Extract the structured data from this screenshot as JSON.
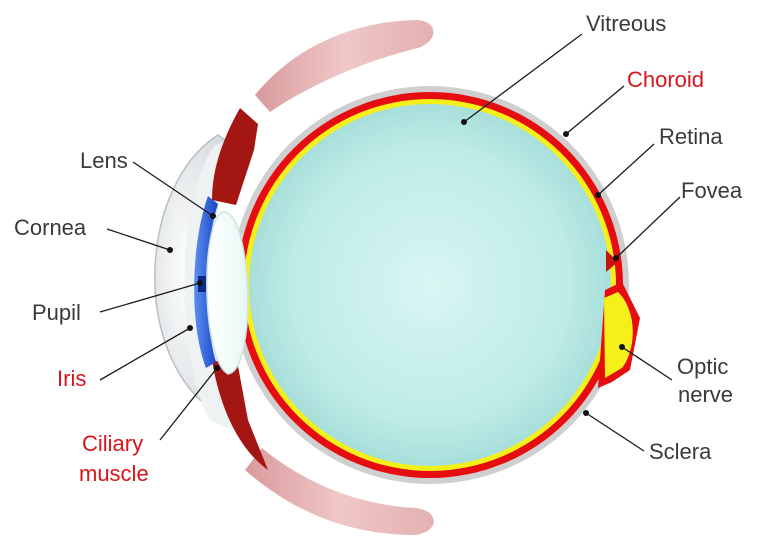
{
  "labels": {
    "vitreous": "Vitreous",
    "choroid": "Choroid",
    "retina": "Retina",
    "fovea": "Fovea",
    "optic_line1": "Optic",
    "optic_line2": "nerve",
    "sclera": "Sclera",
    "lens": "Lens",
    "cornea": "Cornea",
    "pupil": "Pupil",
    "iris": "Iris",
    "ciliary_line1": "Ciliary",
    "ciliary_line2": "muscle"
  },
  "colors": {
    "vitreous": "#bfeeea",
    "choroid": "#e60d10",
    "retina": "#f5ef1a",
    "sclera": "#c9c9c9",
    "ciliary": "#a31611",
    "iris": "#1f55d6",
    "eyelid": "#e7b8b8",
    "label_red": "#d8141c",
    "label_gray": "#3a3a3a"
  }
}
